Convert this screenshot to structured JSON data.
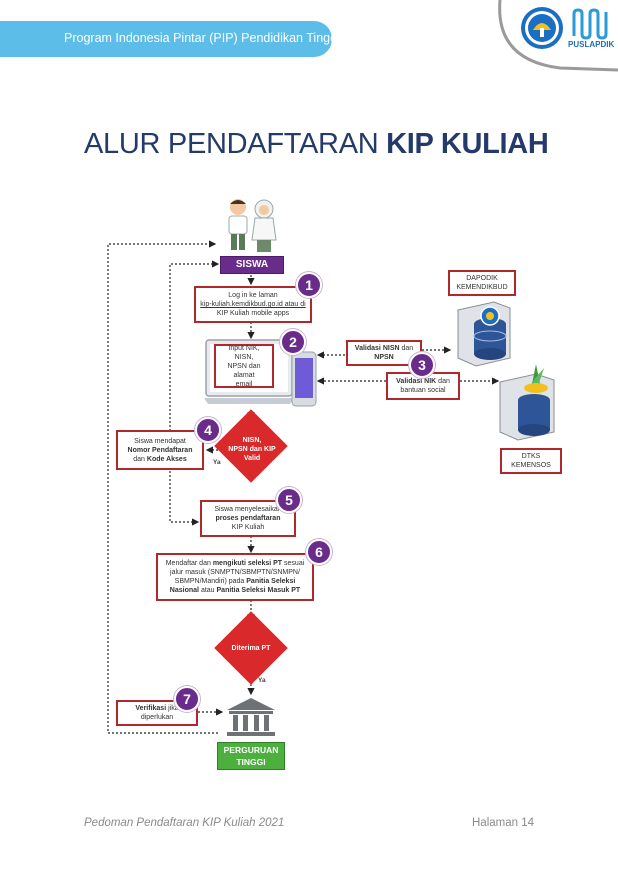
{
  "header": {
    "banner_text": "Program Indonesia Pintar (PIP) Pendidikan Tinggi",
    "logo_text": "PUSLAPDIK"
  },
  "title": {
    "prefix": "ALUR PENDAFTARAN",
    "emphasis": "KIP KULIAH"
  },
  "flow": {
    "siswa": "SISWA",
    "step1": {
      "number": "1",
      "line1": "Log in ke laman",
      "line2": "kip-kuliah.kemdikbud.go.id atau di",
      "line3": "KIP Kuliah mobile apps"
    },
    "step2": {
      "number": "2",
      "line1": "Input NIK, NISN,",
      "line2": "NPSN dan alamat",
      "line3": "email"
    },
    "step3": {
      "number": "3"
    },
    "validasi_nisn": {
      "bold": "Validasi NISN",
      "rest": "dan",
      "line2": "NPSN"
    },
    "validasi_nik": {
      "bold": "Validasi NIK",
      "rest": "dan",
      "line2": "bantuan social"
    },
    "dapodik": {
      "line1": "DAPODIK",
      "line2": "KEMENDIKBUD"
    },
    "dtks": {
      "line1": "DTKS",
      "line2": "KEMENSOS"
    },
    "diamond1": {
      "line1": "NISN,",
      "line2": "NPSN dan KIP",
      "line3": "Valid"
    },
    "step4": {
      "number": "4",
      "line1": "Siswa mendapat",
      "line2": "Nomor Pendaftaran",
      "line3a": "dan",
      "line3b": "Kode Akses"
    },
    "ya1": "Ya",
    "step5": {
      "number": "5",
      "line1": "Siswa menyelesaikan",
      "line2": "proses pendaftaran",
      "line3": "KIP Kuliah"
    },
    "step6": {
      "number": "6",
      "line1a": "Mendaftar dan",
      "line1b": "mengikuti seleksi PT",
      "line1c": "sesuai",
      "line2": "jalur masuk (SNMPTN/SBMPTN/SNMPN/",
      "line3a": "SBMPN/Mandiri) pada",
      "line3b": "Panitia Seleksi",
      "line4a": "Nasional",
      "line4b": "atau",
      "line4c": "Panitia Seleksi Masuk PT"
    },
    "diamond2": "Diterima PT",
    "ya2": "Ya",
    "step7": {
      "number": "7",
      "bold": "Verifikasi",
      "rest": "jika",
      "line2": "diperlukan"
    },
    "pt": {
      "line1": "PERGURUAN",
      "line2": "TINGGI"
    }
  },
  "footer": {
    "left": "Pedoman Pendaftaran KIP Kuliah 2021",
    "right": "Halaman 14"
  },
  "colors": {
    "navy": "#243a6b",
    "banner": "#5bbde8",
    "box_border": "#b0282b",
    "badge": "#6a2c8a",
    "diamond": "#d9292b",
    "siswa": "#6a2c8a",
    "pt": "#4caf3e"
  }
}
